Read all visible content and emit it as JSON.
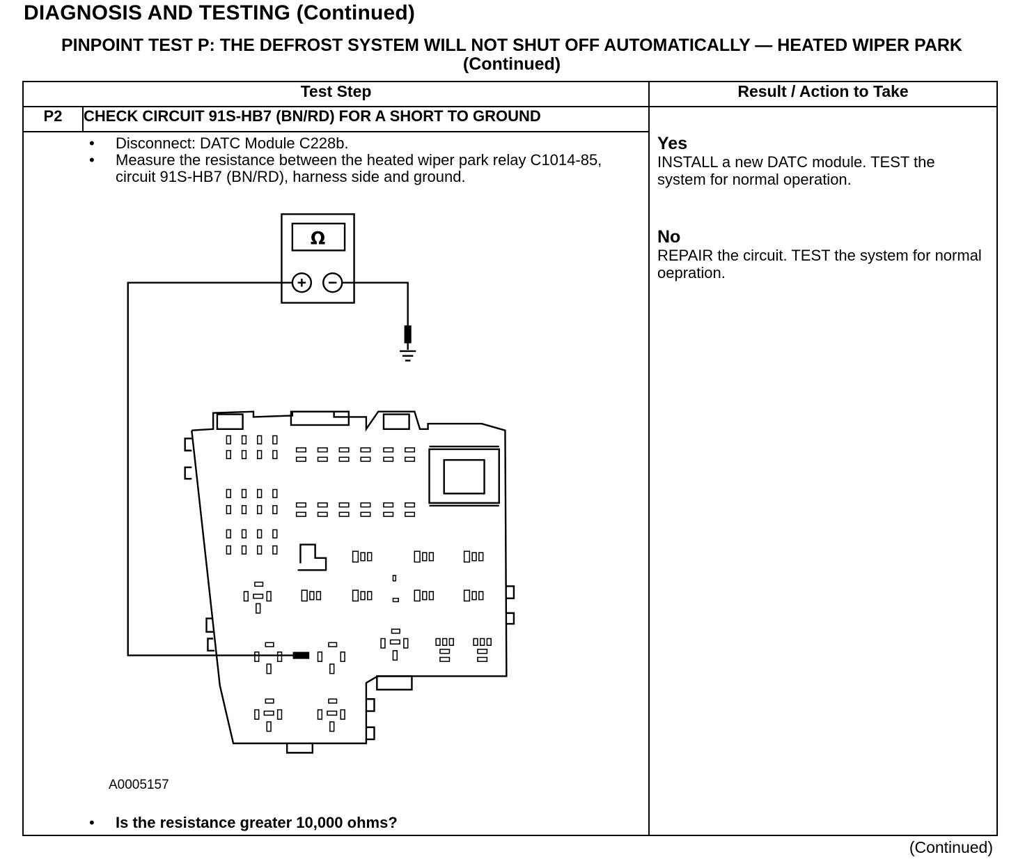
{
  "header": {
    "title": "DIAGNOSIS AND TESTING (Continued)",
    "test_title": "PINPOINT TEST P: THE DEFROST SYSTEM WILL NOT SHUT OFF AUTOMATICALLY — HEATED WIPER PARK (Continued)"
  },
  "table": {
    "col_test_step": "Test Step",
    "col_result": "Result / Action to Take",
    "step_id": "P2",
    "step_title": "CHECK CIRCUIT 91S-HB7 (BN/RD) FOR A SHORT TO GROUND",
    "bullets": [
      "Disconnect: DATC Module C228b.",
      "Measure the resistance between the heated wiper park relay C1014-85, circuit 91S-HB7 (BN/RD), harness side and ground."
    ],
    "figure": {
      "meter_symbol": "Ω",
      "figure_id": "A0005157"
    },
    "question": "Is the resistance greater 10,000 ohms?",
    "results": {
      "yes_label": "Yes",
      "yes_action": "INSTALL a new DATC module. TEST the system for normal operation.",
      "no_label": "No",
      "no_action": "REPAIR the circuit. TEST the system for normal oepration."
    }
  },
  "footer": {
    "continued": "(Continued)"
  }
}
